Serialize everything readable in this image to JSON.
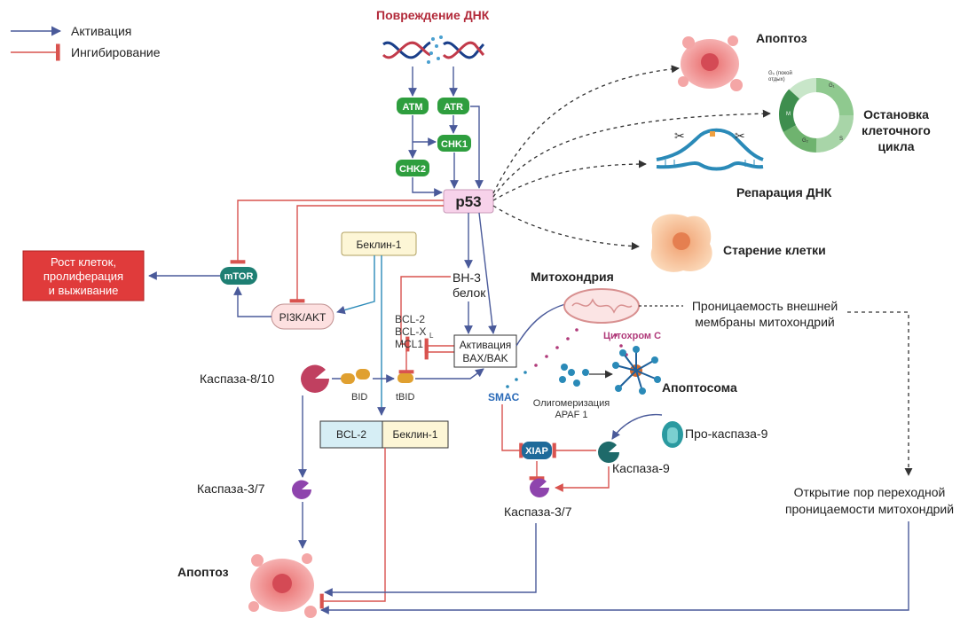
{
  "legend": {
    "activation": "Активация",
    "inhibition": "Ингибирование"
  },
  "dna_damage": "Повреждение ДНК",
  "kinases": {
    "atm": "ATM",
    "atr": "ATR",
    "chk1": "CHK1",
    "chk2": "CHK2"
  },
  "p53": "p53",
  "outcomes": {
    "apoptosis": "Апоптоз",
    "cell_cycle_arrest": [
      "Остановка",
      "клеточного",
      "цикла"
    ],
    "dna_repair": "Репарация ДНК",
    "senescence": "Старение клетки"
  },
  "cell_cycle_phases": {
    "g0": "G₀ (покой",
    "g0b": "отдых)",
    "g1": "G₁",
    "s": "S",
    "g2": "G₂",
    "m": "M"
  },
  "growth_box": [
    "Рост клеток,",
    "пролиферация",
    "и выживание"
  ],
  "mtor": "mTOR",
  "pi3k": "PI3K/AKT",
  "beclin_top": "Беклин-1",
  "bh3": [
    "BH-3",
    "белок"
  ],
  "bcl_family": [
    "BCL-2",
    "BCL-X",
    "MCL1"
  ],
  "bcl_xl_sub": "L",
  "bak_box": [
    "Активация",
    "BAX/BAK"
  ],
  "mitochondria": "Митохондрия",
  "mom_permeability": [
    "Проницаемость внешней",
    "мембраны митохондрий"
  ],
  "cytochrome_c": "Цитохром С",
  "apoptosome": "Апоптосома",
  "apaf": [
    "Олигомеризация",
    "APAF 1"
  ],
  "smac": "SMAC",
  "caspase810": "Каспаза-8/10",
  "bid": "BID",
  "tbid": "tBID",
  "bcl2_beclin": {
    "bcl2": "BCL-2",
    "beclin": "Беклин-1"
  },
  "xiap": "XIAP",
  "procaspase9": "Про-каспаза-9",
  "caspase9": "Каспаза-9",
  "caspase37_left": "Каспаза-3/7",
  "caspase37_mid": "Каспаза-3/7",
  "mptp": [
    "Открытие пор переходной",
    "проницаемости митохондрий"
  ],
  "apoptosis_bottom": "Апоптоз",
  "colors": {
    "activation": "#4a5a9a",
    "inhibition": "#d9534f",
    "kinase": "#2e9e3e",
    "p53_fill": "#f7d2ea",
    "growth": "#e03b3b",
    "mtor": "#1e7f73",
    "beclin": "#fdf6d6",
    "bcl2": "#d6eef5",
    "cell": "#f2a0a0"
  }
}
